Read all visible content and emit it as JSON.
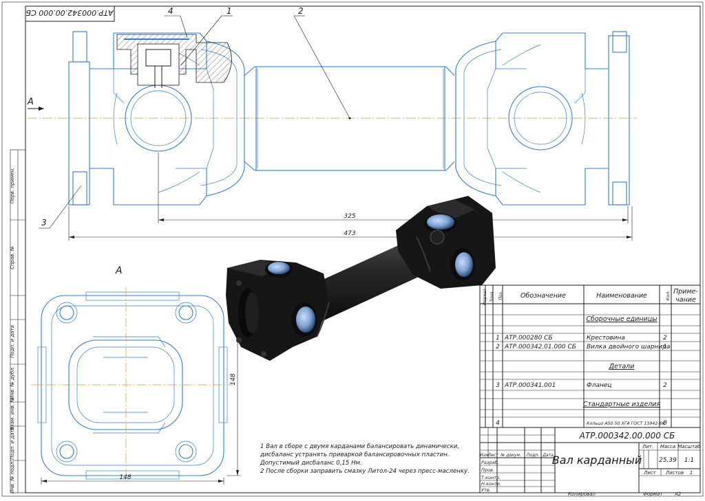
{
  "stamp_top": "АТР.000342.00.000 СБ",
  "view_label": "A",
  "arrow_label": "A",
  "callouts": [
    "1",
    "2",
    "3",
    "4"
  ],
  "dimensions": {
    "d325": "325",
    "d473": "473",
    "d148_v": "148",
    "d148_h": "148"
  },
  "notes": [
    "1 Вал в сборе с двумя карданами балансировать динамически,",
    "дисбаланс устранять приваркой балансировочных пластин.",
    "Допустимый дисбаланс 0,15 Нм.",
    "2 После сборки заправить смазку Литол-24 через пресс-масленку."
  ],
  "side_stamps": [
    "Перв. примен.",
    "Справ. №",
    "Подп. и дата",
    "Инв. № дубл.",
    "Взам. инв. №",
    "Подп. и дата",
    "Инв. № подл."
  ],
  "spec": {
    "headers": {
      "format": "Формат",
      "zone": "Зона",
      "pos": "Поз.",
      "designation": "Обозначение",
      "name": "Наименование",
      "qty": "Кол.",
      "note1": "Приме-",
      "note2": "чание"
    },
    "rows": [
      {
        "pos": "",
        "designation": "",
        "name": "Сборочные единицы",
        "qty": "",
        "section": true
      },
      {
        "pos": "1",
        "designation": "АТР.000280 СБ",
        "name": "Крестовина",
        "qty": "2"
      },
      {
        "pos": "2",
        "designation": "АТР.000342.01.000 СБ",
        "name": "Вилка двойного шарнира",
        "qty": "1"
      },
      {
        "pos": "",
        "designation": "",
        "name": "Детали",
        "qty": "",
        "section": true
      },
      {
        "pos": "3",
        "designation": "АТР.000341.001",
        "name": "Фланец",
        "qty": "2"
      },
      {
        "pos": "",
        "designation": "",
        "name": "Стандартные изделия",
        "qty": "",
        "section": true
      },
      {
        "pos": "4",
        "designation": "",
        "name": "Кольцо А50.50 ХГА ГОСТ 13942-86",
        "qty": "8"
      }
    ]
  },
  "title_block": {
    "doc_code": "АТР.000342.00.000 СБ",
    "title": "Вал карданный",
    "lit_label": "Лит.",
    "mass_label": "Масса",
    "scale_label": "Масштаб",
    "mass": "25,39",
    "scale": "1:1",
    "sheet_label": "Лист",
    "sheets_label": "Листов",
    "sheets_value": "1",
    "rows_left": [
      "Изм",
      "Лист",
      "№ докум.",
      "Подп.",
      "Дата"
    ],
    "roles": [
      "Разраб.",
      "Пров.",
      "Т.контр.",
      "",
      "Н.контр.",
      "Утв."
    ],
    "copied": "Копировал",
    "format_label": "Формат",
    "format_value": "А2"
  }
}
